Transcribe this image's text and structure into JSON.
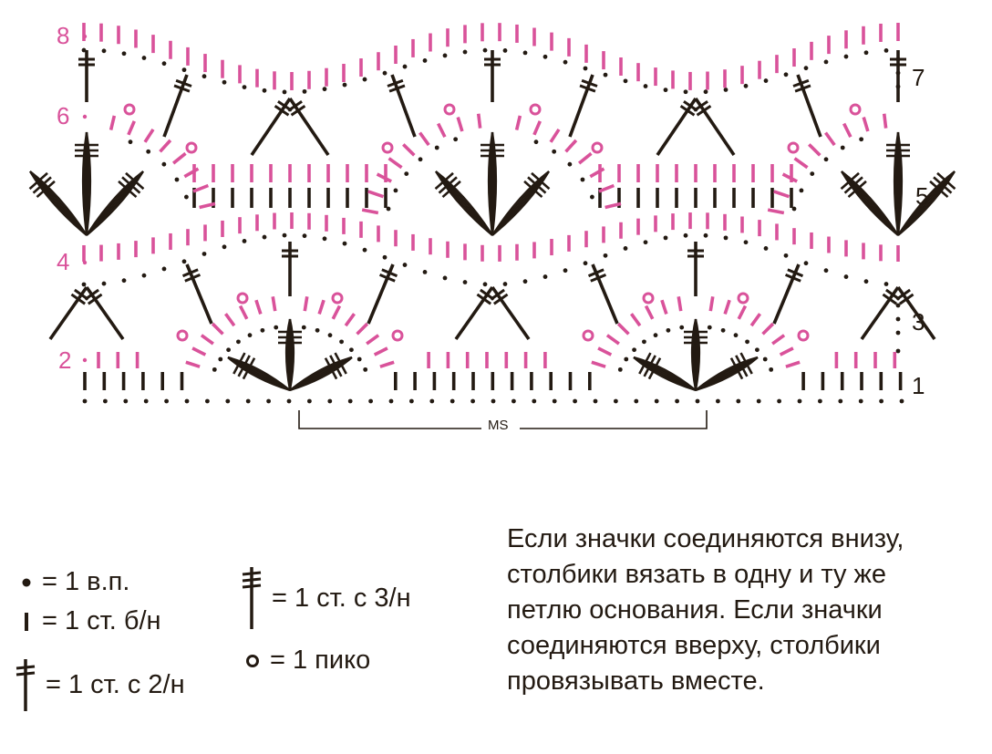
{
  "colors": {
    "pink": "#d9529a",
    "dark": "#231a12"
  },
  "row_labels": {
    "r8": "8",
    "r7": "7",
    "r6": "6",
    "r5": "5",
    "r4": "4",
    "r3": "3",
    "r2": "2",
    "r1": "1"
  },
  "repeat_label": "MS",
  "legend": [
    {
      "icon": "chain-dot-icon",
      "label": "= 1 в.п."
    },
    {
      "icon": "single-crochet-icon",
      "label": "= 1 ст. б/н"
    },
    {
      "icon": "double-treble-icon",
      "label": "= 1 ст. с 2/н"
    },
    {
      "icon": "triple-treble-icon",
      "label": "= 1 ст. с 3/н"
    },
    {
      "icon": "picot-icon",
      "label": "= 1 пико"
    }
  ],
  "note": {
    "lines": [
      "Если значки соединяются внизу,",
      "столбики вязать в одну и ту же",
      "петлю основания. Если значки",
      "соединяются вверху, столбики",
      "провязывать вместе."
    ]
  }
}
